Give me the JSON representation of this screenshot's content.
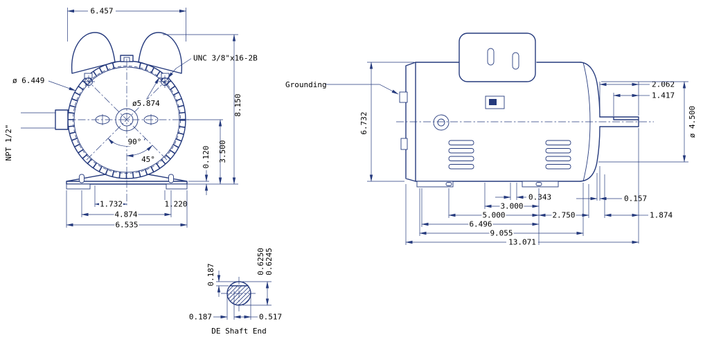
{
  "colors": {
    "line": "#253a7d",
    "text": "#000000",
    "background": "#ffffff"
  },
  "front_view": {
    "dims": {
      "top_width": "6.457",
      "thread_callout": "UNC 3/8\"x16-2B",
      "outer_diameter": "ø 6.449",
      "bolt_circle_diameter": "ø5.874",
      "overall_height": "8.150",
      "shaft_center_height": "3.500",
      "base_pad_height": "0.120",
      "hole_angle": "90°",
      "hole_half_angle": "45°",
      "conduit_thread": "NPT 1/2\"",
      "foot_offset": "1.732",
      "foot_hole_spacing": "4.874",
      "base_width": "6.535",
      "foot_edge_offset": "1.220"
    }
  },
  "side_view": {
    "labels": {
      "grounding": "Grounding"
    },
    "dims": {
      "body_height": "6.732",
      "shaft_extension": "2.062",
      "shaft_usable": "1.417",
      "bell_diameter": "ø 4.500",
      "foot_slot_offset": "0.343",
      "hole_spacing_a": "3.000",
      "hole_spacing_b": "5.000",
      "rear_overhang": "2.750",
      "frame_length_a": "6.496",
      "frame_length_b": "9.055",
      "overall_length": "13.071",
      "shoulder_gap": "0.157",
      "shaft_length": "1.874"
    }
  },
  "shaft_detail": {
    "title": "DE Shaft End",
    "dims": {
      "key_depth": "0.187",
      "diameter_max": "0.6250",
      "diameter_min": "0.6245",
      "key_width": "0.187",
      "flat_height": "0.517"
    }
  }
}
